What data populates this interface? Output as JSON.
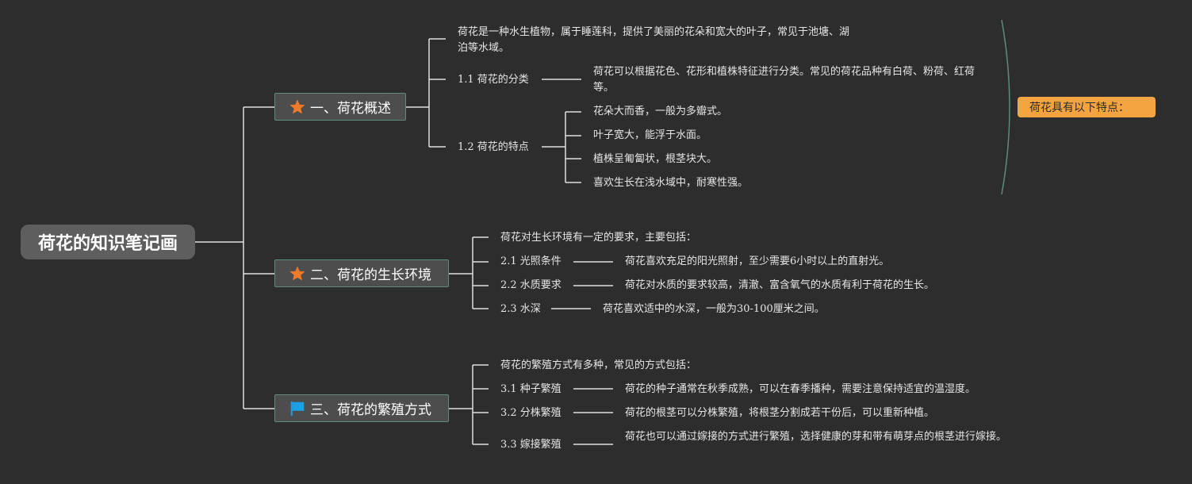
{
  "root": {
    "label": "荷花的知识笔记画"
  },
  "branches": [
    {
      "label": "一、荷花概述",
      "icon": "star-icon",
      "intro": "荷花是一种水生植物，属于睡莲科，提供了美丽的花朵和宽大的叶子，常见于池塘、湖泊等水域。",
      "subs": [
        {
          "label": "1.1 荷花的分类",
          "details": [
            "荷花可以根据花色、花形和植株特征进行分类。常见的荷花品种有白荷、粉荷、红荷等。"
          ]
        },
        {
          "label": "1.2 荷花的特点",
          "details": [
            "花朵大而香，一般为多瓣式。",
            "叶子宽大，能浮于水面。",
            "植株呈匍匐状，根茎块大。",
            "喜欢生长在浅水域中，耐寒性强。"
          ]
        }
      ]
    },
    {
      "label": "二、荷花的生长环境",
      "icon": "star-icon",
      "intro": "荷花对生长环境有一定的要求，主要包括：",
      "subs": [
        {
          "label": "2.1 光照条件",
          "details": [
            "荷花喜欢充足的阳光照射，至少需要6小时以上的直射光。"
          ]
        },
        {
          "label": "2.2 水质要求",
          "details": [
            "荷花对水质的要求较高，清澈、富含氧气的水质有利于荷花的生长。"
          ]
        },
        {
          "label": "2.3 水深",
          "details": [
            "荷花喜欢适中的水深，一般为30-100厘米之间。"
          ]
        }
      ]
    },
    {
      "label": "三、荷花的繁殖方式",
      "icon": "flag-icon",
      "intro": "荷花的繁殖方式有多种，常见的方式包括：",
      "subs": [
        {
          "label": "3.1 种子繁殖",
          "details": [
            "荷花的种子通常在秋季成熟，可以在春季播种，需要注意保持适宜的温湿度。"
          ]
        },
        {
          "label": "3.2 分株繁殖",
          "details": [
            "荷花的根茎可以分株繁殖，将根茎分割成若干份后，可以重新种植。"
          ]
        },
        {
          "label": "3.3 嫁接繁殖",
          "details": [
            "荷花也可以通过嫁接的方式进行繁殖，选择健康的芽和带有萌芽点的根茎进行嫁接。"
          ]
        }
      ]
    }
  ],
  "summary": {
    "label": "荷花具有以下特点："
  },
  "colors": {
    "background": "#2d2d2d",
    "connector": "#e0e0e0",
    "topic_border": "#5f8a7c",
    "summary_fill": "#f4a542",
    "star": "#f07a2a",
    "flag": "#1aa0e6"
  }
}
